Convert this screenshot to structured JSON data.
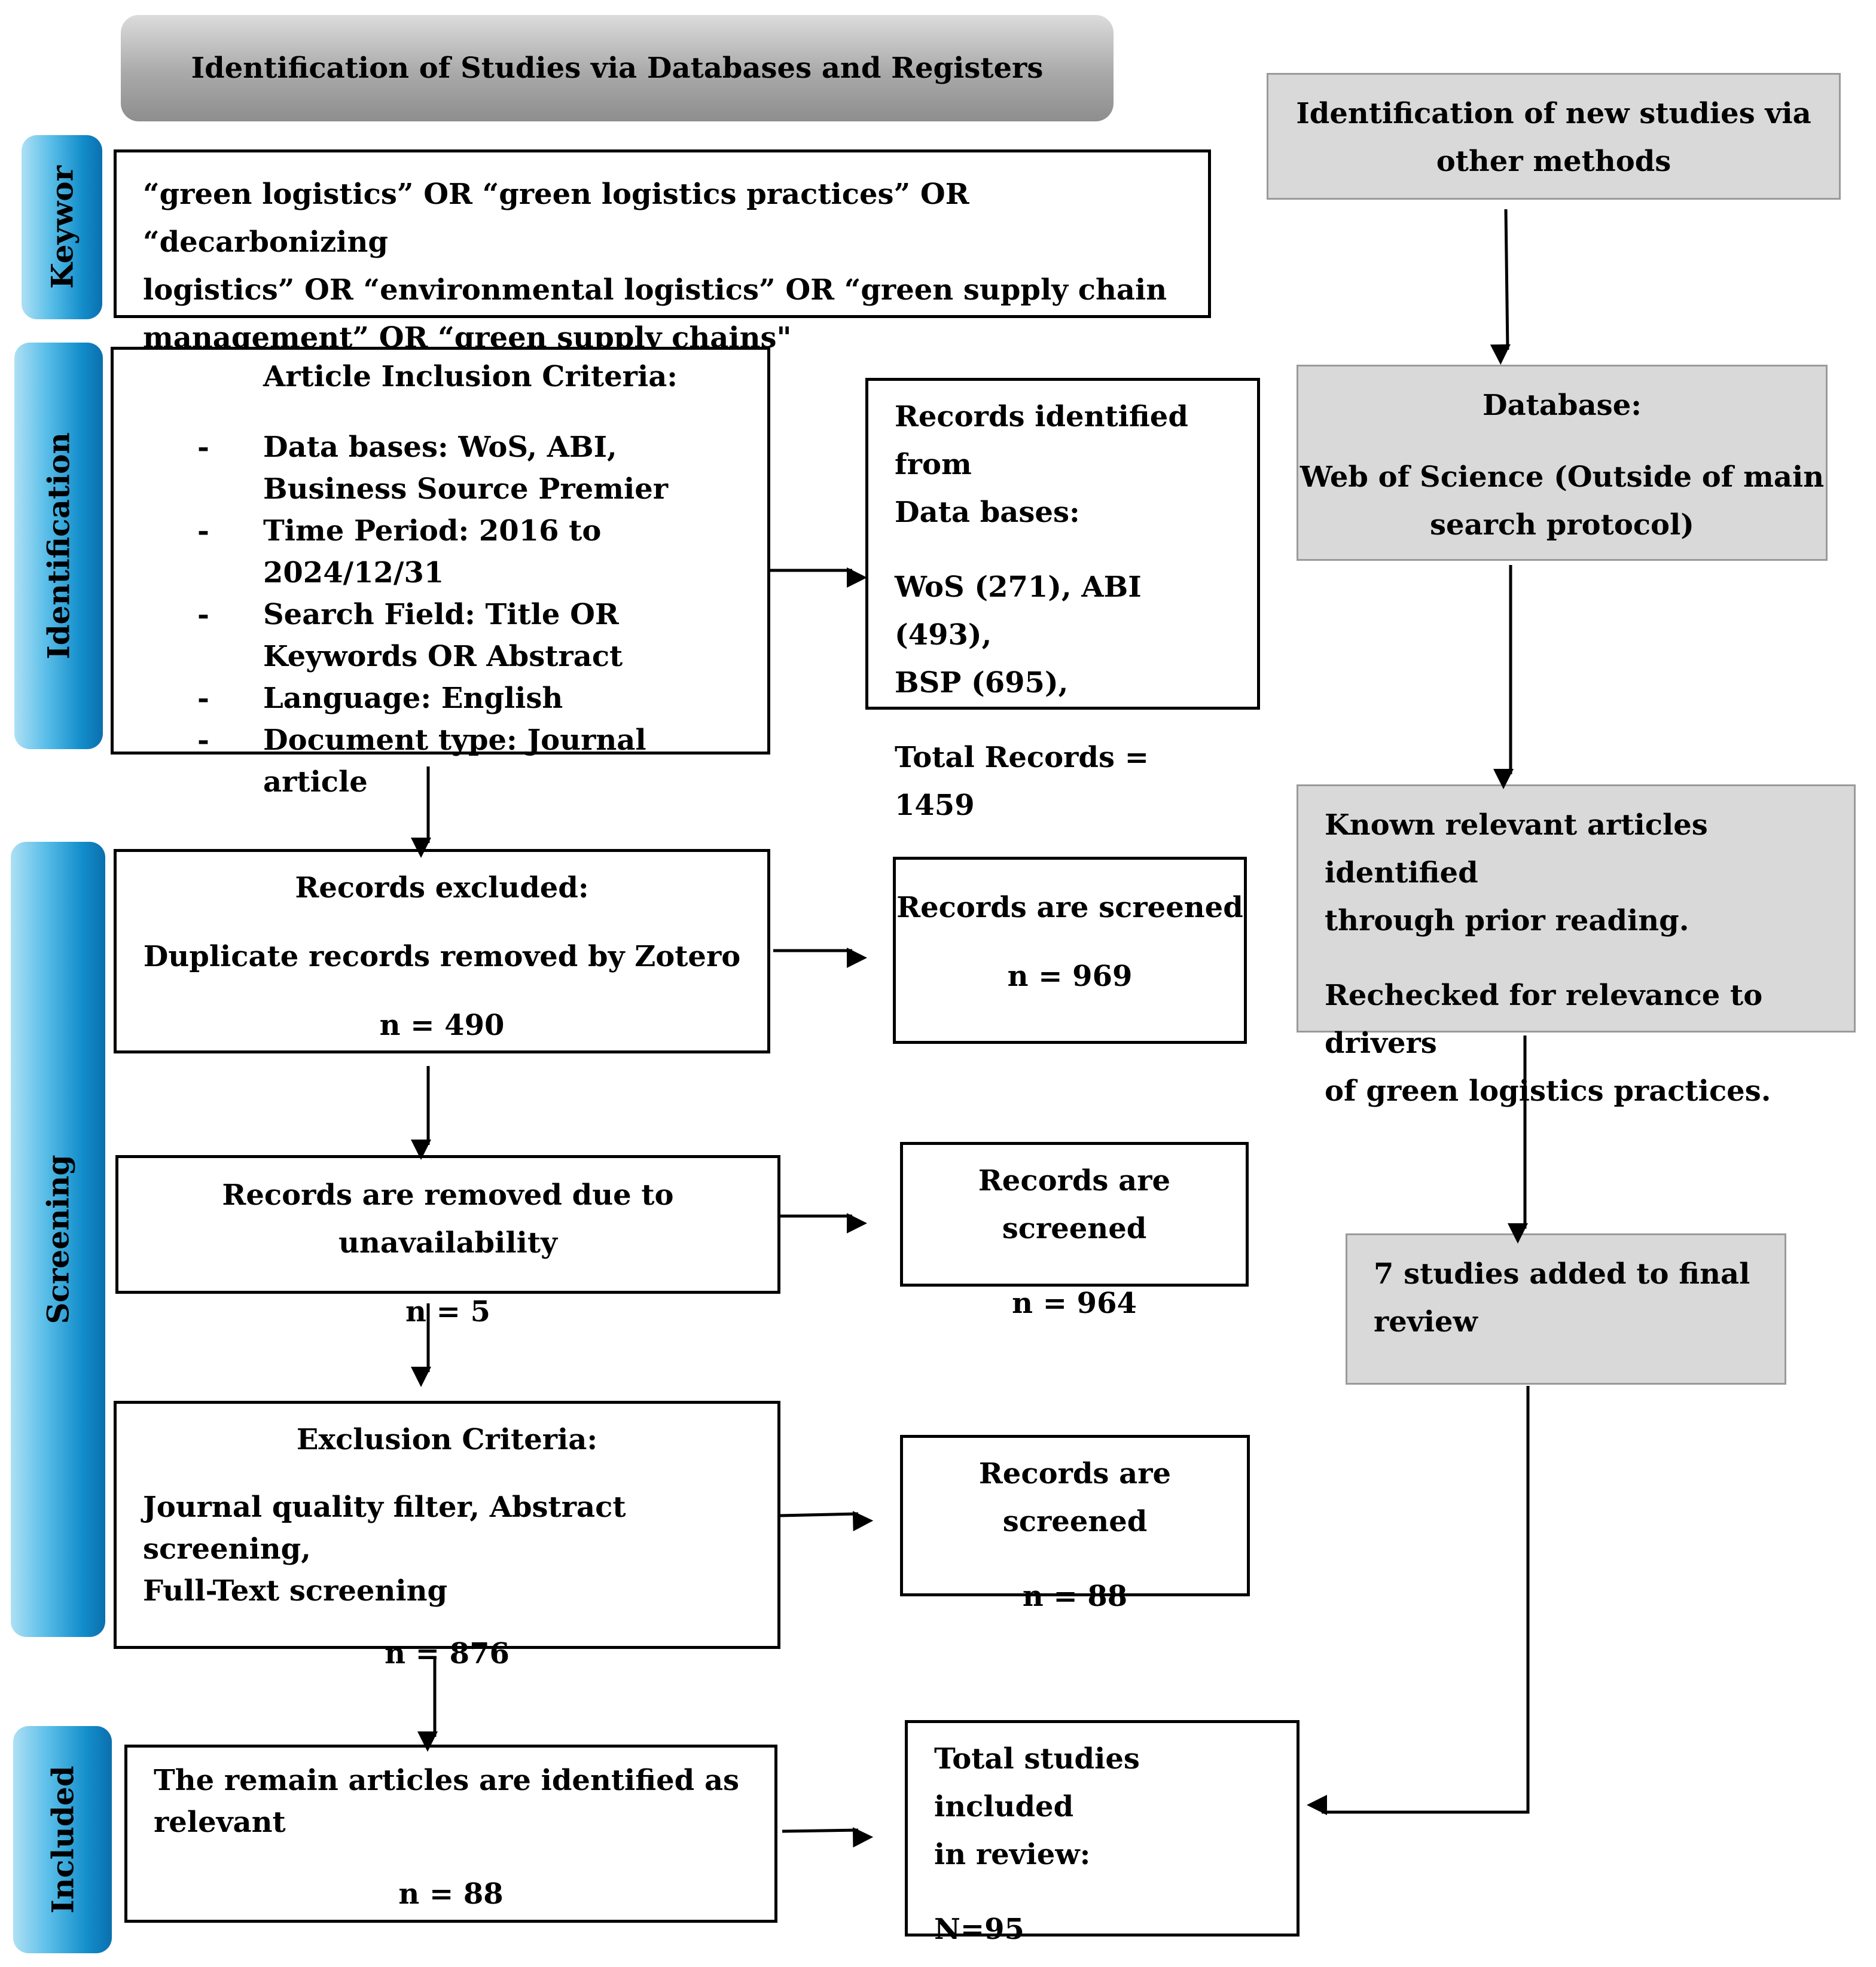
{
  "header": {
    "main_title": "Identification of Studies via Databases and Registers"
  },
  "side_labels": {
    "keyword": "Keywor",
    "identification": "Identification",
    "screening": "Screening",
    "included": "Included"
  },
  "keywords": {
    "line1": "“green logistics” OR “green logistics practices” OR “decarbonizing",
    "line2": "logistics” OR “environmental logistics” OR “green supply chain",
    "line3": "management” OR “green supply chains\""
  },
  "inclusion": {
    "title": "Article Inclusion Criteria:",
    "items": [
      "Data bases: WoS, ABI, Business Source Premier",
      "Time Period: 2016 to 2024/12/31",
      "Search Field: Title OR Keywords OR Abstract",
      "Language: English",
      "Document type: Journal article"
    ]
  },
  "records_identified": {
    "line1": "Records identified from",
    "line2": "Data bases:",
    "line3": "WoS (271), ABI (493),",
    "line4": "BSP (695),",
    "line5": "Total Records = 1459"
  },
  "excluded": {
    "title": "Records excluded:",
    "detail": "Duplicate records removed by Zotero",
    "n": "n = 490"
  },
  "screened1": {
    "title": "Records are screened",
    "n": "n = 969"
  },
  "unavailable": {
    "title": "Records are removed due to unavailability",
    "n": "n = 5"
  },
  "screened2": {
    "title": "Records are screened",
    "n": "n = 964"
  },
  "exclusion": {
    "title": "Exclusion Criteria:",
    "line1": "Journal quality filter, Abstract screening,",
    "line2": "Full-Text screening",
    "n": "n = 876"
  },
  "screened3": {
    "title": "Records are screened",
    "n": "n = 88"
  },
  "remain": {
    "line1": "The remain articles are identified as",
    "line2": "relevant",
    "n": "n = 88"
  },
  "total": {
    "line1": "Total studies included",
    "line2": "in review:",
    "n": "N=95"
  },
  "other_methods": {
    "line1": "Identification of new studies via",
    "line2": "other methods"
  },
  "database_box": {
    "title": "Database:",
    "line1": "Web of Science (Outside of main",
    "line2": "search protocol)"
  },
  "known": {
    "line1": "Known relevant articles identified",
    "line2": "through prior reading.",
    "line3": "Rechecked for relevance to drivers",
    "line4": "of green logistics practices."
  },
  "added": {
    "line1": "7 studies added to final",
    "line2": "review"
  }
}
